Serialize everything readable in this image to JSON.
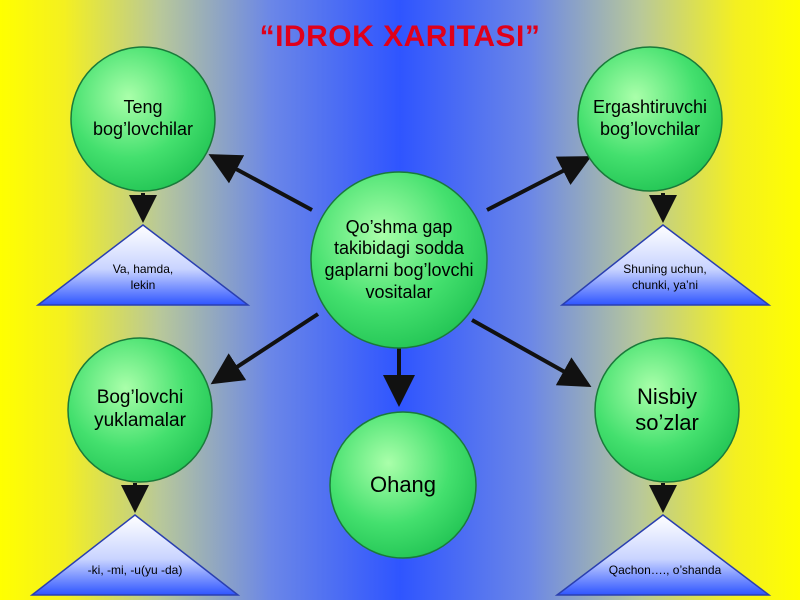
{
  "title": "“IDROK XARITASI”",
  "center": {
    "lines": [
      "Qo’shma gap",
      "takibidagi sodda",
      "gaplarni bog’lovchi",
      "vositalar"
    ]
  },
  "nodes": {
    "top_left": {
      "lines": [
        "Teng",
        "bog’lovchilar"
      ],
      "example_lines": [
        "Va, hamda,",
        "lekin"
      ]
    },
    "top_right": {
      "lines": [
        "Ergashtiruvchi",
        "bog’lovchilar"
      ],
      "example_lines": [
        "Shuning uchun,",
        "chunki, ya’ni"
      ]
    },
    "bottom_left": {
      "lines": [
        "Bog’lovchi",
        "yuklamalar"
      ],
      "example_lines": [
        "-ki, -mi, -u(yu -da)"
      ]
    },
    "bottom_right": {
      "lines": [
        "Nisbiy",
        "so’zlar"
      ],
      "example_lines": [
        "Qachon…., o’shanda"
      ]
    },
    "bottom_center": {
      "lines": [
        "Ohang"
      ]
    }
  },
  "colors": {
    "title": "#e0001a",
    "circle_fill": "#33dd66",
    "circle_fill_light": "#aaffaa",
    "triangle_top": "#ffffff",
    "triangle_bottom": "#2f55ff",
    "arrow": "#111111"
  }
}
